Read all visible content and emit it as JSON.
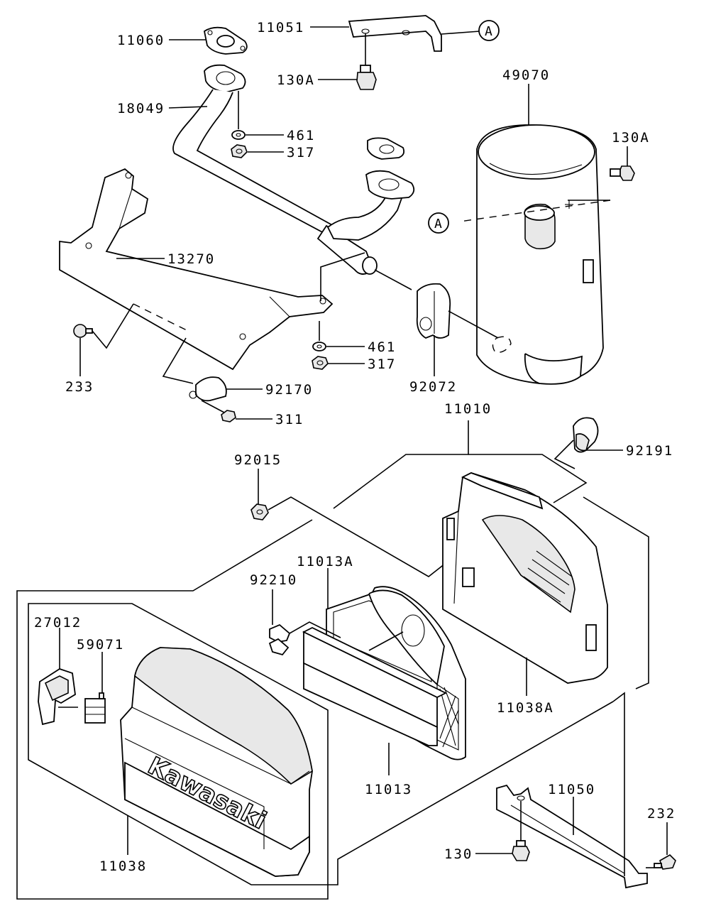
{
  "parts": {
    "p11060": "11060",
    "p11051": "11051",
    "p130A_top": "130A",
    "p49070": "49070",
    "p18049": "18049",
    "p461_top": "461",
    "p317_top": "317",
    "p130A_right": "130A",
    "p13270": "13270",
    "p461_mid": "461",
    "p317_mid": "317",
    "p92072": "92072",
    "p233": "233",
    "p92170": "92170",
    "p311": "311",
    "p11010": "11010",
    "p92191": "92191",
    "p92015": "92015",
    "p11013A": "11013A",
    "p92210": "92210",
    "p27012": "27012",
    "p59071": "59071",
    "p11038A": "11038A",
    "p11013": "11013",
    "p11050": "11050",
    "p232": "232",
    "p130": "130",
    "p11038": "11038"
  },
  "callouts": {
    "a_top": "A",
    "a_mid": "A"
  },
  "brand": "Kawasaki"
}
